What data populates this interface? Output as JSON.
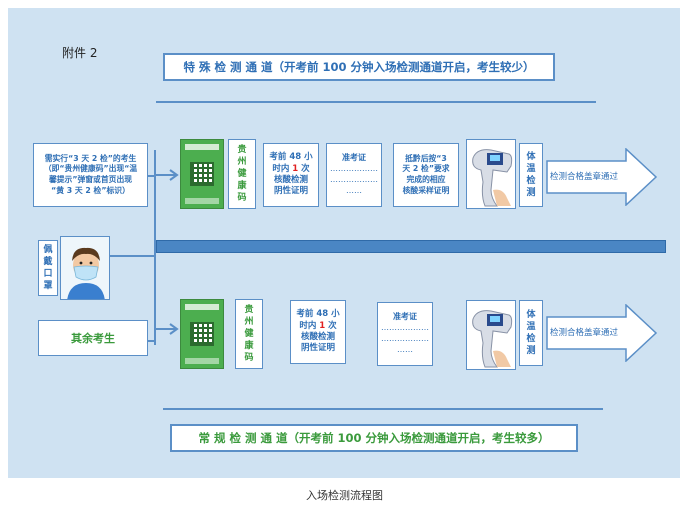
{
  "attachment_label": "附件 2",
  "special_channel": {
    "title": "特 殊 检 测 通 道（开考前 100 分钟入场检测通道开启，考生较少）",
    "condition": [
      "需实行“3 天 2 检”的考生",
      "（即“贵州健康码”出现“温",
      "馨提示”弹窗或首页出现",
      "“黄 3 天 2 检”标识）"
    ],
    "health_code_label": [
      "贵",
      "州",
      "健",
      "康",
      "码"
    ],
    "nucleic_test": [
      "考前 48 小",
      "时内 1 次",
      "核酸检测",
      "阴性证明"
    ],
    "admission": [
      "准考证",
      "………………",
      "………………",
      "……"
    ],
    "arrival_test": [
      "抵黔后按“3",
      "天 2 检”要求",
      "完成的相应",
      "核酸采样证明"
    ],
    "temp_label": [
      "体",
      "温",
      "检",
      "测"
    ],
    "pass_text": "检测合格盖章通过",
    "highlight_char": "1"
  },
  "mask_label": [
    "佩",
    "戴",
    "口",
    "罩"
  ],
  "regular_channel": {
    "title": "常 规 检 测 通 道（开考前 100 分钟入场检测通道开启，考生较多）",
    "condition": "其余考生",
    "health_code_label": [
      "贵",
      "州",
      "健",
      "康",
      "码"
    ],
    "nucleic_test": [
      "考前 48 小",
      "时内 1 次",
      "核酸检测",
      "阴性证明"
    ],
    "admission": [
      "准考证",
      "………………",
      "………………",
      "……"
    ],
    "temp_label": [
      "体",
      "温",
      "检",
      "测"
    ],
    "pass_text": "检测合格盖章通过"
  },
  "caption": "入场检测流程图",
  "colors": {
    "panel": "#cfe2f2",
    "border": "#5b8fc7",
    "title_blue": "#2f6fb5",
    "regular_green": "#3a9a3c",
    "highlight_red": "#e02020",
    "divider": "#4a86c4"
  }
}
